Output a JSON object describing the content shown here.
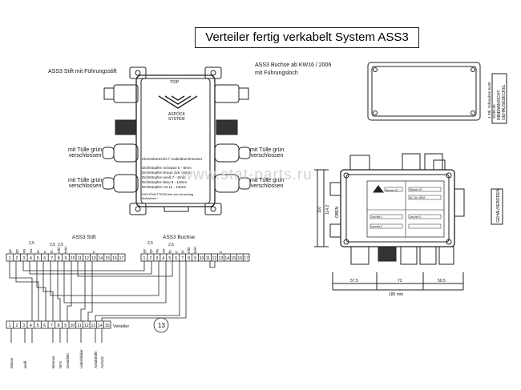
{
  "title": "Verteiler fertig verkabelt System ASS3",
  "watermark": "www.stat-parts.ru",
  "left_box": {
    "top_label": "TOP",
    "logo_line1": "ASPÖCK",
    "logo_line2": "SYSTEM",
    "clamp_title": "Klemmbereiche f. Kabeldurchmesser",
    "clamp_rows": [
      "Dichtstopfen schwarz   5 - 6mm",
      "Dichtstopfen braun   2x5 - 6mm",
      "Dichtstopfen weiß     7 - 8mm",
      "Dichtstopfen blau     9 - 10mm",
      "Dichtstopfen rot     11 - 13mm"
    ],
    "note_line1": "DICHTMUTTERN bis zum Anschlag",
    "note_line2": "festziehen !"
  },
  "labels": {
    "ass3_stift_fuehrung": "ASS3 Stift mit Führungsstift",
    "ass3_buchse_kw": "ASS3 Buchse ab KW16 / 2006",
    "ass3_buchse_loch": "mit Führungsloch",
    "tuelle_line1": "mit Tülle grün",
    "tuelle_line2": "verschlossen"
  },
  "right_views": {
    "innenansicht": "INNENANSICHT",
    "gehaeusedeckel": "GEHÄUSEDECKEL",
    "schrauben_line1": "4 Stk. Schrauben 5x30",
    "schrauben_line2": "SX30-30",
    "gehaeuseboden": "GEHÄUSEBODEN",
    "dim_oben": "OBEN",
    "dim_height_outer": "116",
    "dim_height_inner": "114.2",
    "dim_bottom": [
      "57.5",
      "72",
      "50.5"
    ],
    "dim_total": "180 mm",
    "panel_texts": [
      "Stecker ZC",
      "Stecker ZC",
      "AC, ALLGEM.",
      "Leuchte 1",
      "Leuchte 2",
      "Leuchte 3"
    ]
  },
  "wiring": {
    "stift_title": "ASS3 Stift",
    "buchse_title": "ASS3 Buchse",
    "pin_numbers": [
      "1",
      "2",
      "3",
      "4",
      "5",
      "6",
      "7",
      "8",
      "9",
      "10",
      "11",
      "12",
      "13",
      "14",
      "15",
      "16",
      "17"
    ],
    "stift_colors": [
      "ge",
      "gn",
      "ws",
      "sw",
      "br",
      "rt",
      "bl",
      "rt/bl",
      "br/rt",
      "",
      "",
      "",
      "rt",
      "",
      "",
      "",
      ""
    ],
    "buchse_colors": [
      "ge",
      "gn",
      "ws",
      "sw",
      "br",
      "rt",
      "bl",
      "rt/bl",
      "br/rt",
      "",
      "",
      "",
      "rt",
      "",
      "",
      "",
      ""
    ],
    "wire_sizes": [
      "2,5",
      "2,5",
      "2,5",
      "2,5",
      "2,5"
    ],
    "verteiler_label": "Verteiler",
    "verteiler_pins": [
      "1",
      "2",
      "3",
      "4",
      "5",
      "6",
      "7",
      "8",
      "9",
      "10",
      "11",
      "12",
      "13",
      "14",
      "15"
    ],
    "function_labels": [
      "Masse",
      "weiß",
      "Bremse",
      "NFS",
      "Desinfekt",
      "Linksblinker",
      "Anfahrhilfe",
      "Aufsatz"
    ],
    "circle_number": "13"
  }
}
